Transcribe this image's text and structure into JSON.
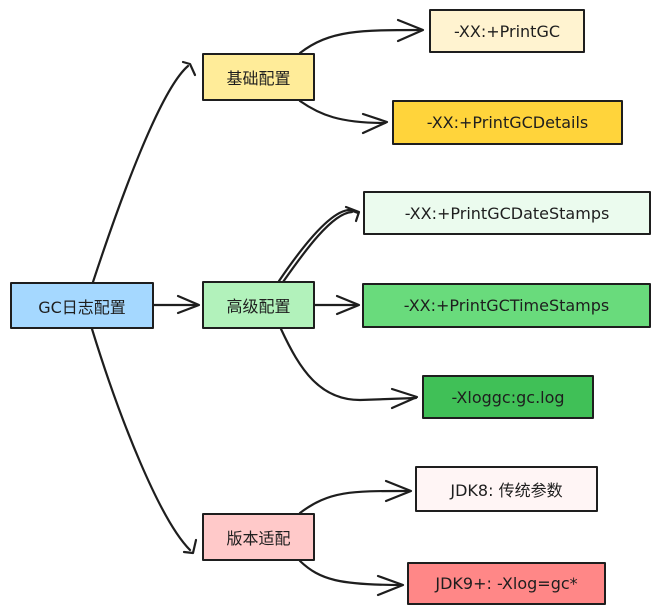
{
  "diagram": {
    "type": "mind-map",
    "root": {
      "label": "GC日志配置",
      "color": "#a5d8ff"
    },
    "branches": [
      {
        "label": "基础配置",
        "color": "#ffec99",
        "children": [
          {
            "label": "-XX:+PrintGC",
            "color": "#fff3d0"
          },
          {
            "label": "-XX:+PrintGCDetails",
            "color": "#ffd43b"
          }
        ]
      },
      {
        "label": "高级配置",
        "color": "#b2f2bb",
        "children": [
          {
            "label": "-XX:+PrintGCDateStamps",
            "color": "#ebfbee"
          },
          {
            "label": "-XX:+PrintGCTimeStamps",
            "color": "#69db7c"
          },
          {
            "label": "-Xloggc:gc.log",
            "color": "#40c057"
          }
        ]
      },
      {
        "label": "版本适配",
        "color": "#ffc9c9",
        "children": [
          {
            "label": "JDK8: 传统参数",
            "color": "#fff5f5"
          },
          {
            "label": "JDK9+: -Xlog=gc*",
            "color": "#ff8787"
          }
        ]
      }
    ],
    "stroke_color": "#1e1e1e"
  }
}
